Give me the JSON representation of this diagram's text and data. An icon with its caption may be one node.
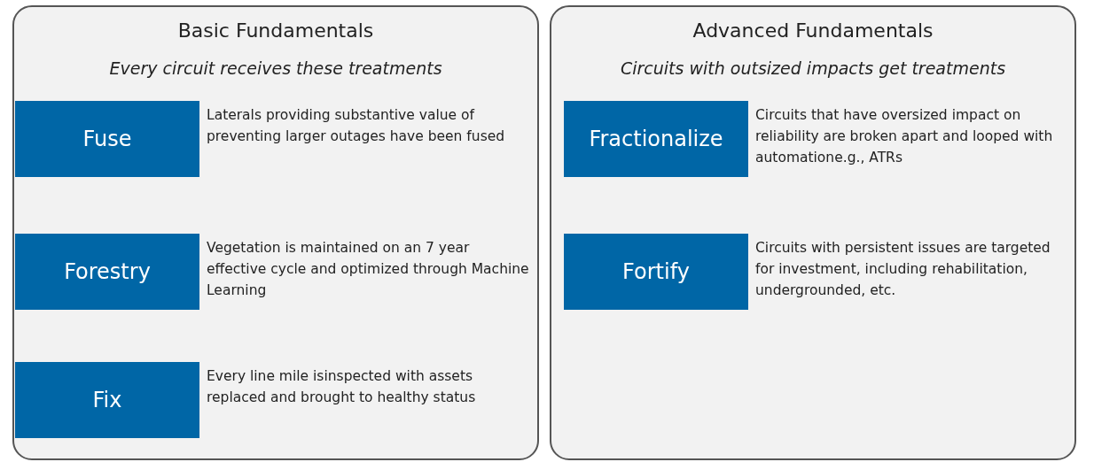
{
  "diagram": {
    "nodes": [
      {
        "text": [
          "Basic Fundamentals",
          "Every circuit receives these treatments"
        ]
      },
      {
        "text": [
          "Fuse"
        ],
        "in": 0,
        "beside": [
          "Laterals providing substantive value of preventing larger outages have been fused"
        ]
      },
      {
        "text": [
          "Forestry"
        ],
        "in": 0,
        "beside": [
          "Vegetation is maintained on an 7 year effective cycle and optimized through Machine Learning"
        ]
      },
      {
        "text": [
          "Fix"
        ],
        "in": 0,
        "beside": [
          "Every line mile isinspected with assets replaced and brought to healthy status"
        ]
      },
      {
        "text": [
          "Advanced Fundamentals",
          "Circuits with outsized impacts get treatments"
        ]
      },
      {
        "text": [
          "Fractionalize"
        ],
        "in": 4,
        "beside": [
          "Circuits that have oversized impact on reliability are broken apart and looped with automatione.g., ATRs"
        ]
      },
      {
        "text": [
          "Fortify"
        ],
        "in": 4,
        "beside": [
          "Circuits with persistent issues are targeted for investment, including rehabilitation, undergrounded, etc."
        ]
      }
    ]
  }
}
